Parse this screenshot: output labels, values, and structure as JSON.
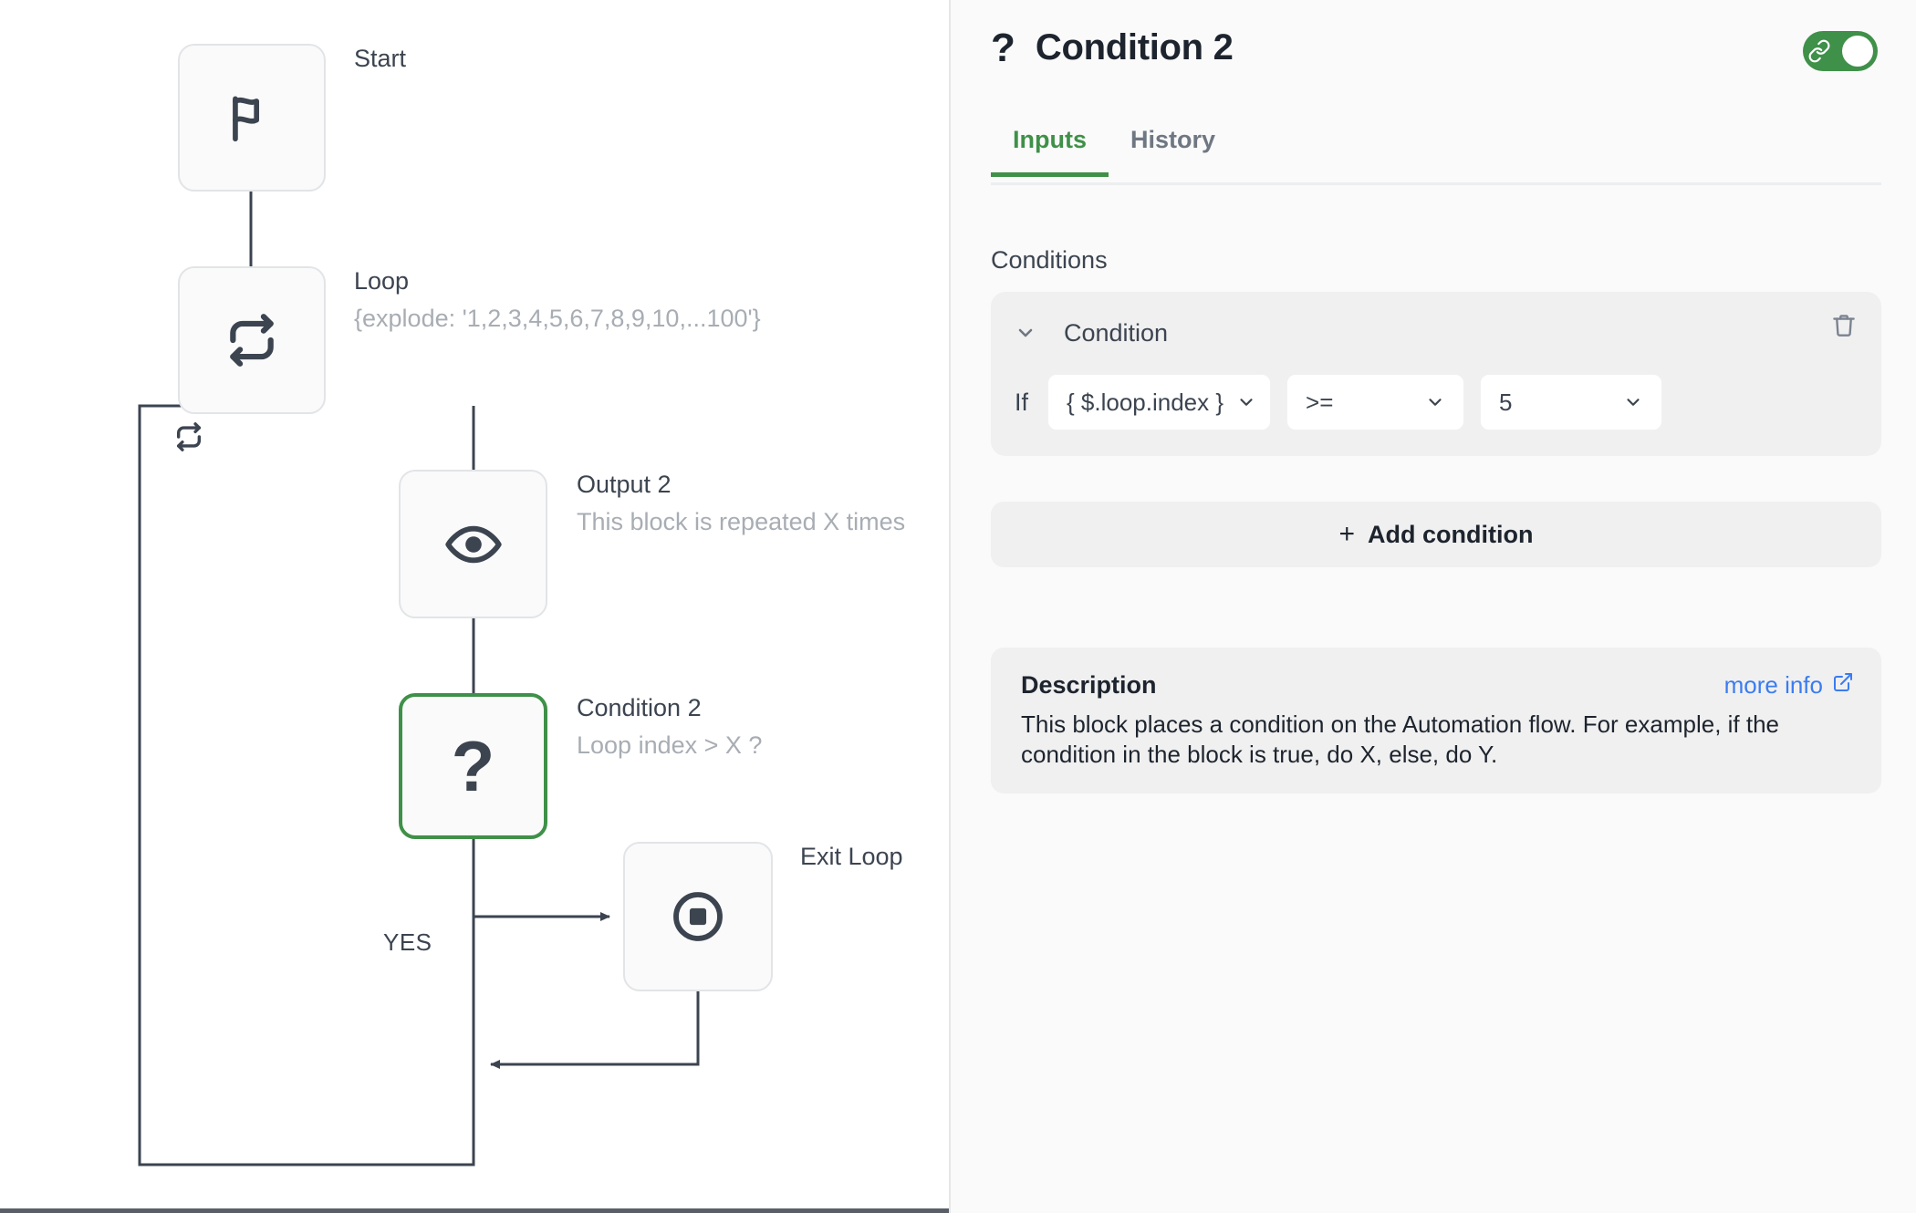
{
  "flow": {
    "nodes": [
      {
        "id": "start",
        "label": "Start",
        "sub": "",
        "icon": "flag-icon"
      },
      {
        "id": "loop",
        "label": "Loop",
        "sub": "{explode: '1,2,3,4,5,6,7,8,9,10,...100'}",
        "icon": "repeat-icon"
      },
      {
        "id": "output2",
        "label": "Output 2",
        "sub": "This block is repeated X times",
        "icon": "eye-icon"
      },
      {
        "id": "condition2",
        "label": "Condition 2",
        "sub": "Loop index > X ?",
        "icon": "question-icon"
      },
      {
        "id": "exitloop",
        "label": "Exit Loop",
        "sub": "",
        "icon": "stop-icon"
      }
    ],
    "edge_labels": {
      "yes": "YES"
    },
    "loop_badge_icon": "repeat-small-icon"
  },
  "panel": {
    "title": "Condition 2",
    "title_icon": "question-icon",
    "toggle": {
      "name": "link-toggle",
      "state": "on",
      "icon": "chain-link-icon",
      "color": "#3f9048"
    },
    "tabs": [
      {
        "id": "inputs",
        "label": "Inputs",
        "active": true
      },
      {
        "id": "history",
        "label": "History",
        "active": false
      }
    ],
    "conditions_label": "Conditions",
    "condition_card": {
      "header_title": "Condition",
      "chevron_icon": "chevron-down-icon",
      "delete_icon": "trash-icon",
      "if_label": "If",
      "field_value": "{ $.loop.index }",
      "operator_value": ">=",
      "compare_value": "5"
    },
    "add_condition": {
      "label": "Add condition",
      "plus": "+"
    },
    "description": {
      "title": "Description",
      "more_info_label": "more info",
      "more_info_icon": "external-link-icon",
      "body": "This block places a condition on the Automation flow. For example, if the condition in the block is true, do X, else, do Y."
    }
  },
  "colors": {
    "accent_green": "#3f9048",
    "link_blue": "#3b7cf0",
    "node_stroke": "#3c4450"
  }
}
